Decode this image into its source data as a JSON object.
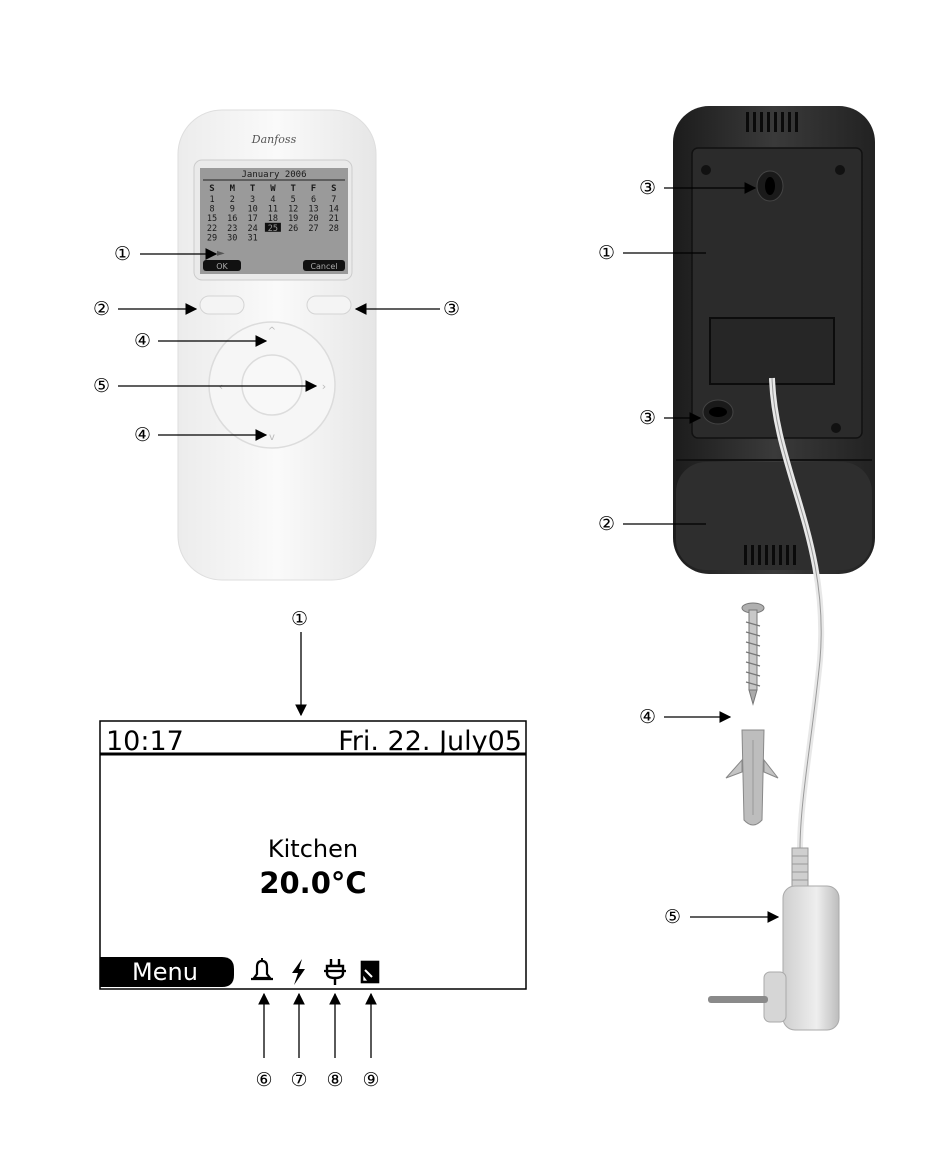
{
  "remote": {
    "brand": "Danfoss",
    "screen": {
      "month_title": "January 2006",
      "weekdays": [
        "S",
        "M",
        "T",
        "W",
        "T",
        "F",
        "S"
      ],
      "weeks": [
        [
          "1",
          "2",
          "3",
          "4",
          "5",
          "6",
          "7"
        ],
        [
          "8",
          "9",
          "10",
          "11",
          "12",
          "13",
          "14"
        ],
        [
          "15",
          "16",
          "17",
          "18",
          "19",
          "20",
          "21"
        ],
        [
          "22",
          "23",
          "24",
          "25",
          "26",
          "27",
          "28"
        ],
        [
          "29",
          "30",
          "31",
          "",
          "",
          "",
          ""
        ]
      ],
      "selected_day": "25",
      "ok_label": "OK",
      "cancel_label": "Cancel"
    },
    "callouts": [
      "①",
      "②",
      "③",
      "④",
      "⑤",
      "④"
    ]
  },
  "wall_unit": {
    "callouts": [
      "③",
      "①",
      "③",
      "②",
      "④",
      "⑤"
    ]
  },
  "display": {
    "callout_top": "①",
    "time": "10:17",
    "date": "Fri. 22. July05",
    "room": "Kitchen",
    "temperature": "20.0°C",
    "menu_label": "Menu",
    "status_icons": [
      "bell-icon",
      "lightning-icon",
      "plug-icon",
      "battery-icon"
    ],
    "callouts_bottom": [
      "⑥",
      "⑦",
      "⑧",
      "⑨"
    ]
  }
}
